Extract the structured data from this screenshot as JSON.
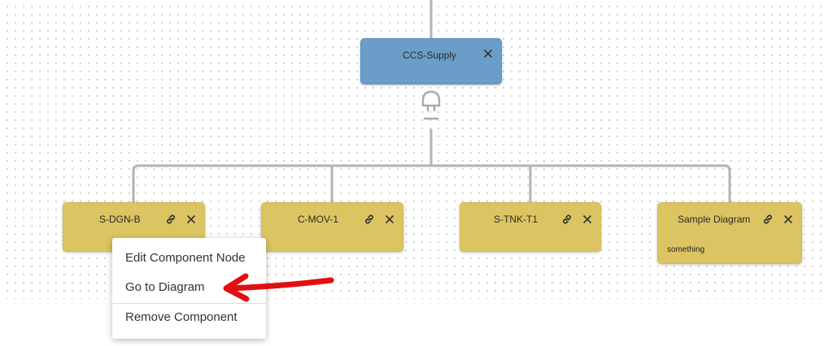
{
  "diagram": {
    "root_node": {
      "label": "CCS-Supply"
    },
    "child_nodes": [
      {
        "label": "S-DGN-B",
        "subtitle": ""
      },
      {
        "label": "C-MOV-1",
        "subtitle": ""
      },
      {
        "label": "S-TNK-T1",
        "subtitle": ""
      },
      {
        "label": "Sample Diagram",
        "subtitle": "something"
      }
    ],
    "connector_icon": "plug-icon",
    "colors": {
      "root_fill": "#6a9ec8",
      "component_fill": "#dcc462",
      "edge": "#b3b3b8",
      "annotation_arrow": "#e01010"
    }
  },
  "context_menu": {
    "items": [
      {
        "label": "Edit Component Node"
      },
      {
        "label": "Go to Diagram"
      },
      {
        "label": "Remove Component"
      }
    ]
  }
}
